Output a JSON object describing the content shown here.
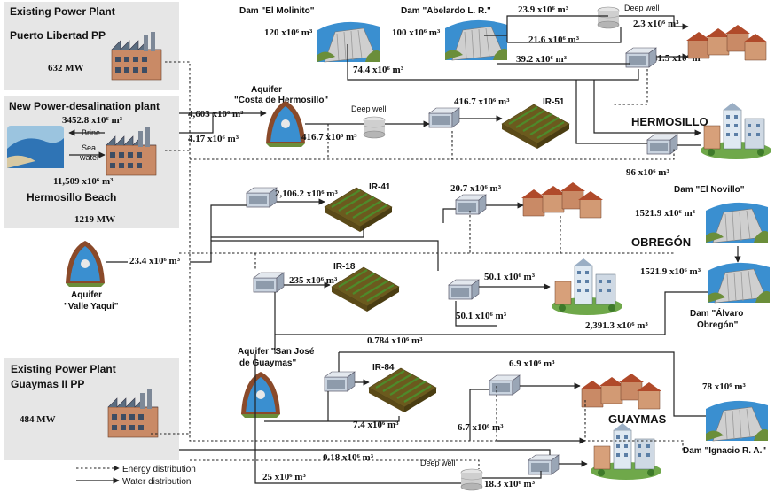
{
  "plants": {
    "puerto": {
      "title": "Existing Power Plant",
      "name": "Puerto Libertad PP",
      "capacity": "632 MW"
    },
    "newplant": {
      "title": "New Power-desalination plant",
      "brine_flow": "3452.8 x10⁶ m³",
      "brine": "Brine",
      "sea": "Sea",
      "water": "water",
      "seawater_flow": "11,509 x10⁶ m³",
      "name": "Hermosillo Beach",
      "capacity": "1219 MW"
    },
    "guaymas": {
      "title": "Existing Power Plant",
      "name": "Guaymas II PP",
      "capacity": "484 MW"
    }
  },
  "dams": {
    "molinito": {
      "name": "Dam \"El Molinito\"",
      "volume": "120 x10⁶ m³"
    },
    "abelardo": {
      "name": "Dam \"Abelardo L. R.\"",
      "volume": "100 x10⁶ m³"
    },
    "novillo": {
      "name": "Dam \"El Novillo\"",
      "volume": "1521.9 x10⁶ m³"
    },
    "alvaro": {
      "name1": "Dam \"Álvaro",
      "name2": "Obregón\"",
      "volume": "1521.9 x10⁶ m³"
    },
    "ignacio": {
      "name": "Dam \"Ignacio R. A.\"",
      "volume": "78 x10⁶ m³"
    }
  },
  "aquifers": {
    "costa": {
      "name1": "Aquifer",
      "name2": "\"Costa de Hermosillo\""
    },
    "yaqui": {
      "name1": "Aquifer",
      "name2": "\"Valle Yaqui\""
    },
    "sanjose": {
      "name1": "Aquifer \"San José",
      "name2": "de Guaymas\""
    }
  },
  "cities": {
    "hermosillo": "HERMOSILLO",
    "obregon": "OBREGÓN",
    "guaymas": "GUAYMAS"
  },
  "wells": {
    "top": "Deep well",
    "middle": "Deep well",
    "bottom": "Deep well"
  },
  "irrigation": {
    "ir51": "IR-51",
    "ir41": "IR-41",
    "ir18": "IR-18",
    "ir84": "IR-84"
  },
  "flows": {
    "f_23_9": "23.9 x10⁶ m³",
    "f_21_6": "21.6 x10⁶ m³",
    "f_2_3": "2.3 x10⁶ m³",
    "f_39_2": "39.2 x10⁶ m³",
    "f_41_5": "41.5 x10⁶ m³",
    "f_74_4": "74.4 x10⁶ m³",
    "f_4603": "4,603 x10⁶ m³",
    "f_4_17": "4.17 x10⁶ m³",
    "f_416_7a": "416.7 x10⁶ m³",
    "f_416_7b": "416.7 x10⁶ m³",
    "f_96": "96 x10⁶ m³",
    "f_2106": "2,106.2 x10⁶ m³",
    "f_20_7": "20.7 x10⁶ m³",
    "f_23_4": "23.4 x10⁶ m³",
    "f_235": "235 x10⁶ m³",
    "f_50_1a": "50.1 x10⁶ m³",
    "f_50_1b": "50.1 x10⁶ m³",
    "f_2391": "2,391.3 x10⁶ m³",
    "f_0_784": "0.784 x10⁶ m³",
    "f_6_9": "6.9 x10⁶ m³",
    "f_7_4": "7.4 x10⁶ m³",
    "f_6_7": "6.7 x10⁶ m³",
    "f_0_18": "0.18 x10⁶ m³",
    "f_25": "25 x10⁶ m³",
    "f_18_3": "18.3 x10⁶ m³"
  },
  "legend": {
    "energy": "Energy distribution",
    "water": "Water distribution"
  },
  "colors": {
    "panel": "#e6e6e6",
    "field_dark": "#6b5a1e",
    "field_green": "#4e8a2a",
    "water_blue": "#3a8fd0",
    "roof_red": "#b04a2a",
    "building_brick": "#c98a66",
    "factory_gray": "#6d7784"
  }
}
